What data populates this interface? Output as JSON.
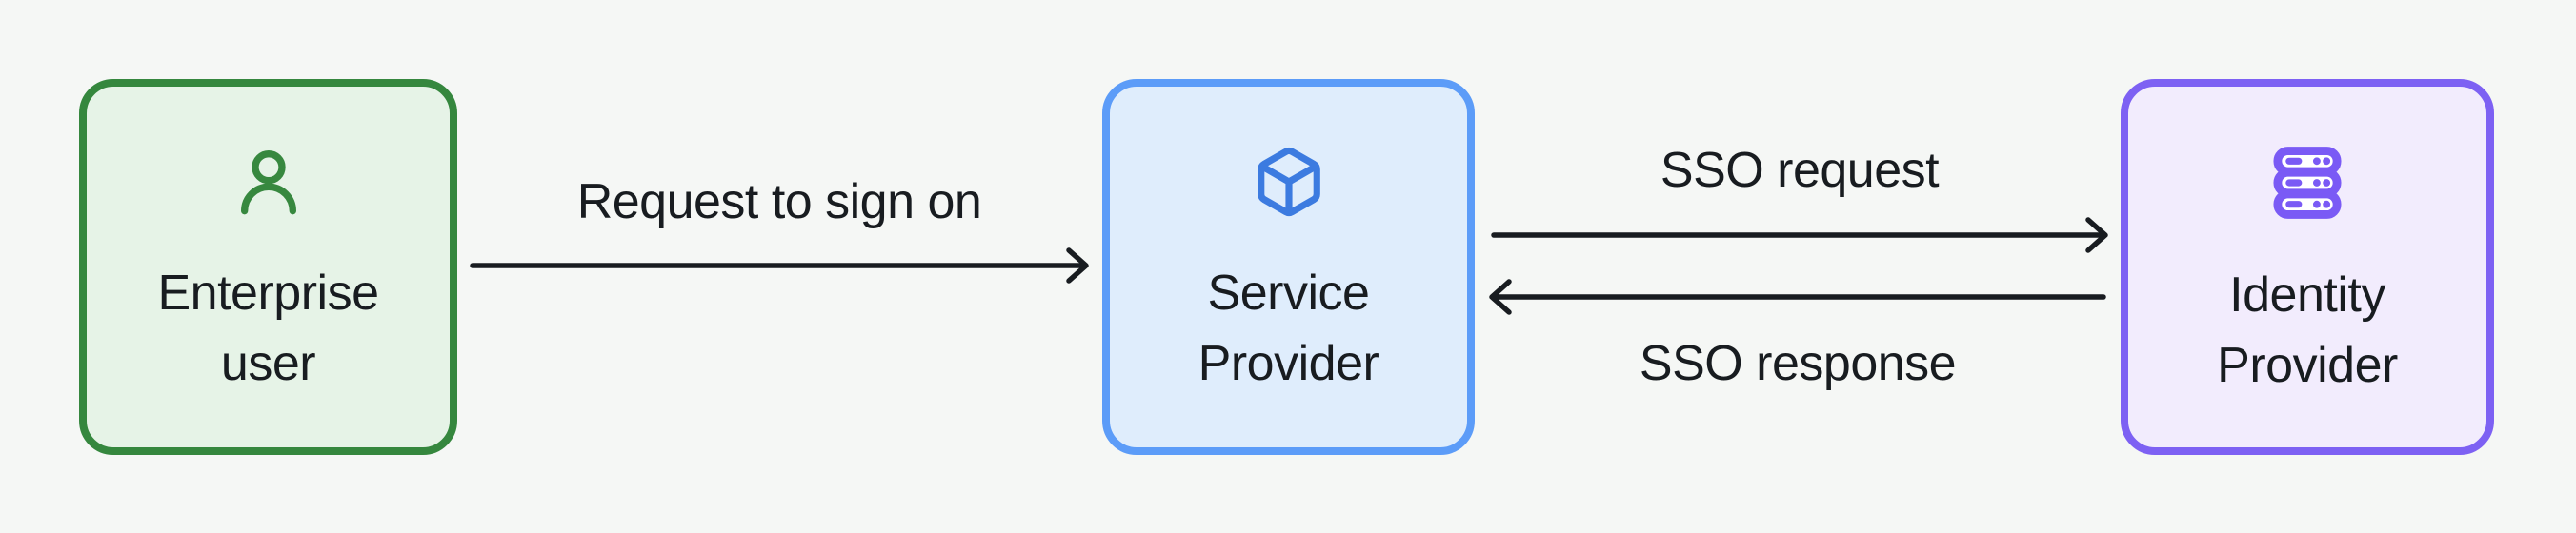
{
  "canvas": {
    "background_color": "#f5f7f5",
    "text_color": "#181c20",
    "arrow_color": "#181c20"
  },
  "nodes": [
    {
      "id": "enterprise-user",
      "label": "Enterprise user",
      "icon": "user-icon",
      "colors": {
        "border": "#35873e",
        "background": "#e6f3e7",
        "icon": "#37883f"
      }
    },
    {
      "id": "service-provider",
      "label": "Service Provider",
      "icon": "cube-icon",
      "colors": {
        "border": "#5c9cf8",
        "background": "#dfedfc",
        "icon": "#3c7be0"
      }
    },
    {
      "id": "identity-provider",
      "label": "Identity Provider",
      "icon": "server-icon",
      "colors": {
        "border": "#7d61f3",
        "background": "#f2ecfd",
        "icon": "#7a5af5"
      }
    }
  ],
  "edges": [
    {
      "id": "request-to-sign-on",
      "label": "Request to sign on",
      "from": "enterprise-user",
      "to": "service-provider",
      "direction": "right"
    },
    {
      "id": "sso-request",
      "label": "SSO request",
      "from": "service-provider",
      "to": "identity-provider",
      "direction": "right"
    },
    {
      "id": "sso-response",
      "label": "SSO response",
      "from": "identity-provider",
      "to": "service-provider",
      "direction": "left"
    }
  ]
}
